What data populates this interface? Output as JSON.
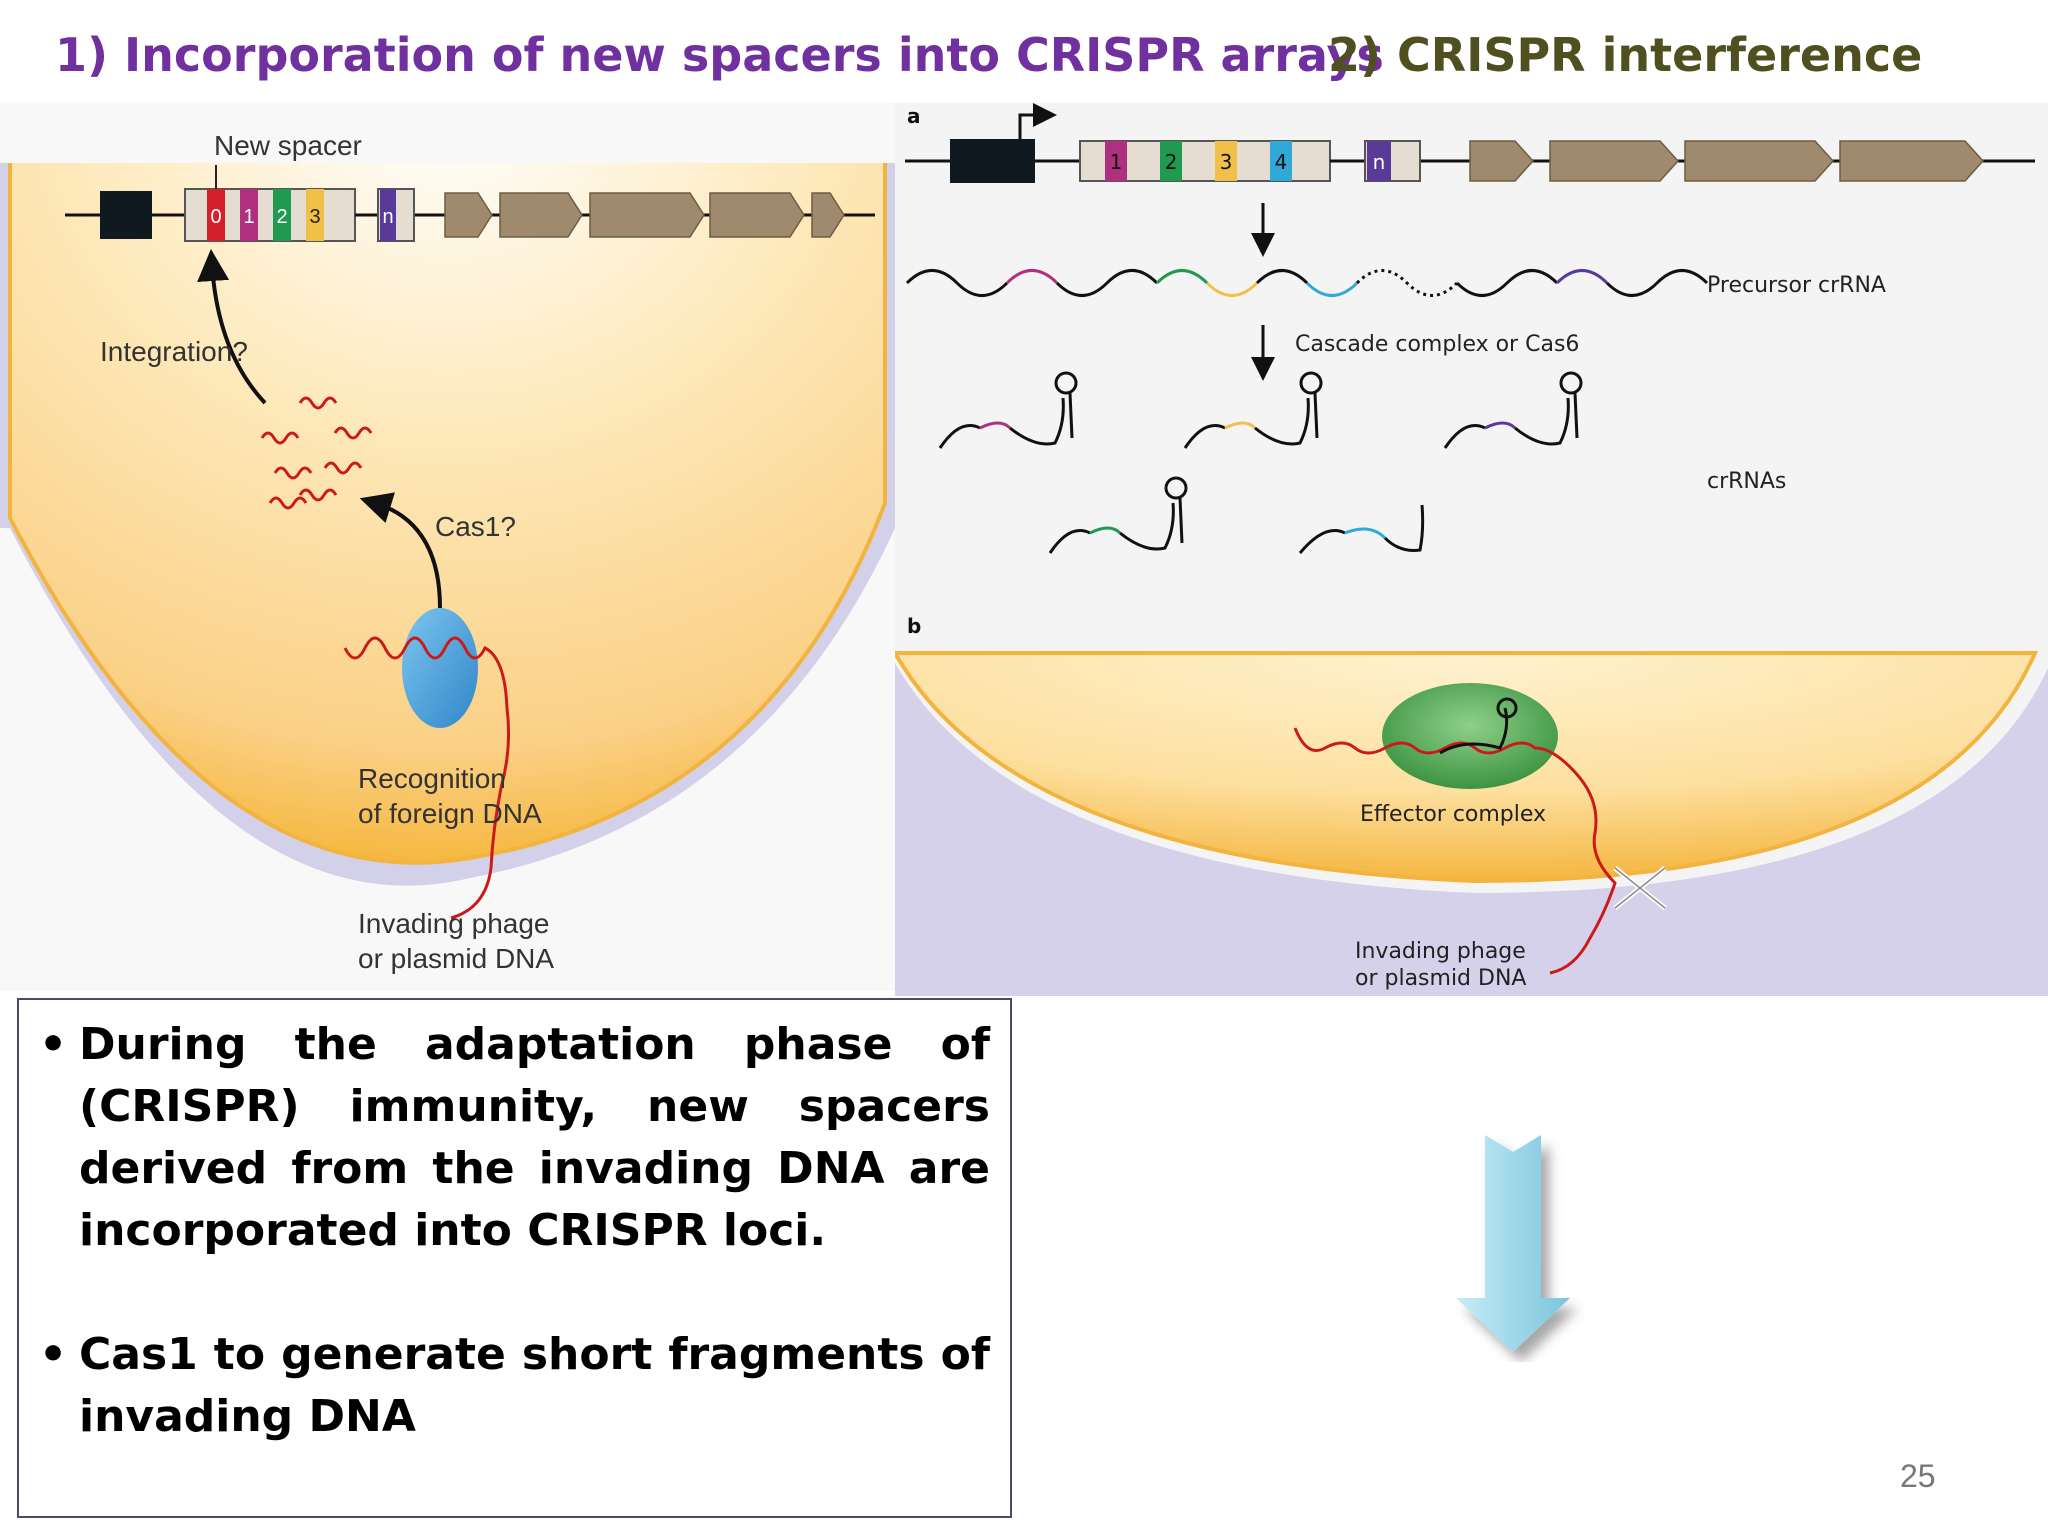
{
  "slide": {
    "title_left": "1) Incorporation of new spacers into CRISPR arrays",
    "title_right": "2) CRISPR interference",
    "page_number": "25"
  },
  "left_figure": {
    "new_spacer": "New spacer",
    "integration": "Integration?",
    "cas1": "Cas1?",
    "recognition_line1": "Recognition",
    "recognition_line2": "of foreign DNA",
    "invading_line1": "Invading phage",
    "invading_line2": "or plasmid DNA",
    "spacer_labels": [
      "0",
      "1",
      "2",
      "3",
      "n"
    ]
  },
  "right_figure": {
    "panel_a": "a",
    "panel_b": "b",
    "spacer_labels": [
      "1",
      "2",
      "3",
      "4",
      "n"
    ],
    "precursor": "Precursor crRNA",
    "cascade": "Cascade complex or Cas6",
    "crrnas": "crRNAs",
    "effector": "Effector complex",
    "invading_line1": "Invading phage",
    "invading_line2": "or plasmid DNA"
  },
  "bullets": [
    "During the adaptation phase of (CRISPR) immunity, new spacers derived from the invading DNA are incorporated into CRISPR loci.",
    "Cas1 to generate short fragments of invading DNA"
  ],
  "colors": {
    "title_left": "#7030a0",
    "title_right": "#4f4f1f",
    "cell_fill": "#fde2a6",
    "membrane": "#9a8fc8",
    "cas_gene": "#a08a6e",
    "dna_red": "#cc1a1a",
    "spacer_red": "#d4202a",
    "spacer_magenta": "#b03080",
    "spacer_green": "#1f9a50",
    "spacer_yellow": "#f0c048",
    "spacer_blue": "#30a8d8",
    "spacer_purple": "#5a3a98",
    "cas1_blue": "#3fa2da",
    "effector_green": "#3d9a3d",
    "arrow_blue": "#a8dcea"
  }
}
